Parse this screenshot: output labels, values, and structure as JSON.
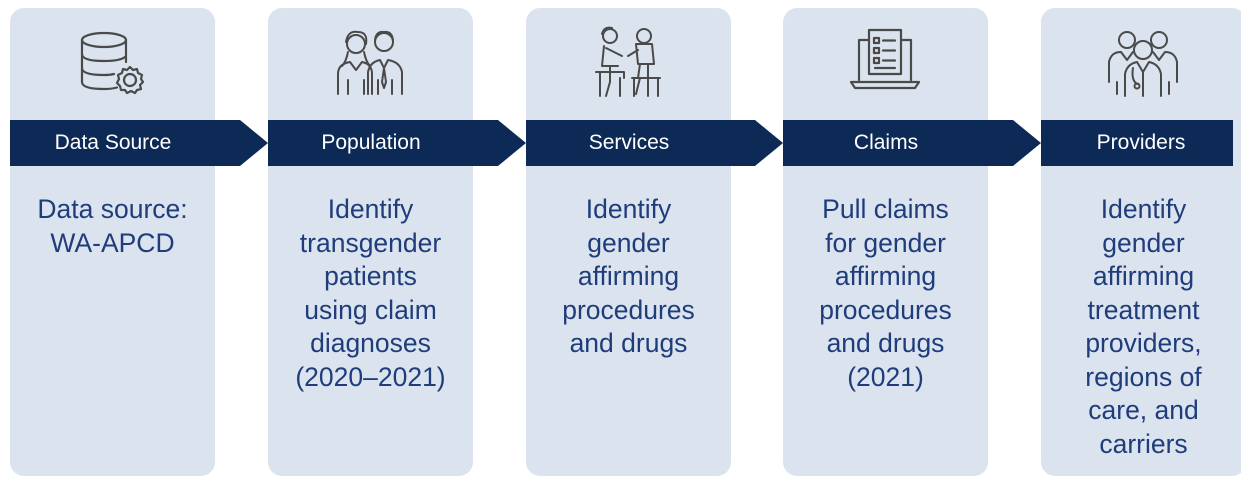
{
  "colors": {
    "card_bg": "#dbe3ef",
    "band": "#0d2a57",
    "desc_text": "#1f3d7a",
    "icon_stroke": "#4a4a4a"
  },
  "steps": [
    {
      "label": "Data Source",
      "icon": "database-gear-icon",
      "description_lines": [
        "Data source:",
        "WA-APCD"
      ]
    },
    {
      "label": "Population",
      "icon": "people-pair-icon",
      "description_lines": [
        "Identify",
        "transgender",
        "patients",
        "using claim",
        "diagnoses",
        "(2020–2021)"
      ]
    },
    {
      "label": "Services",
      "icon": "doctor-patient-consultation-icon",
      "description_lines": [
        "Identify",
        "gender",
        "affirming",
        "procedures",
        "and drugs"
      ]
    },
    {
      "label": "Claims",
      "icon": "laptop-checklist-icon",
      "description_lines": [
        "Pull claims",
        "for gender",
        "affirming",
        "procedures",
        "and drugs",
        "(2021)"
      ]
    },
    {
      "label": "Providers",
      "icon": "medical-team-icon",
      "description_lines": [
        "Identify",
        "gender",
        "affirming",
        "treatment",
        "providers,",
        "regions of",
        "care, and",
        "carriers"
      ]
    }
  ]
}
